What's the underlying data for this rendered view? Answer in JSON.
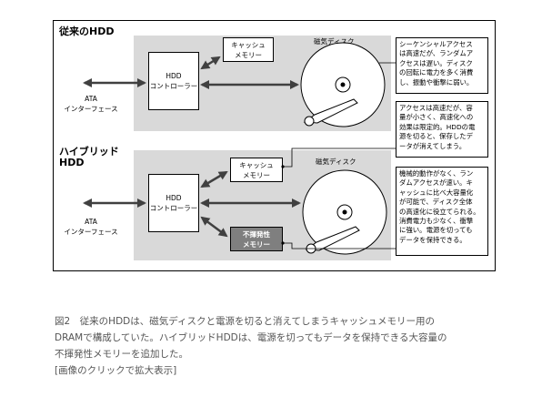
{
  "figure": {
    "top_section": {
      "title": "従来のHDD",
      "controller": [
        "HDD",
        "コントローラー"
      ],
      "cache": [
        "キャッシュ",
        "メモリー"
      ],
      "disk_label": "磁気ディスク",
      "ata": [
        "ATA",
        "インターフェース"
      ]
    },
    "bottom_section": {
      "title": [
        "ハイブリッド",
        "HDD"
      ],
      "controller": [
        "HDD",
        "コントローラー"
      ],
      "cache": [
        "キャッシュ",
        "メモリー"
      ],
      "nonvolatile": [
        "不揮発性",
        "メモリー"
      ],
      "disk_label": "磁気ディスク",
      "ata": [
        "ATA",
        "インターフェース"
      ]
    },
    "notes": {
      "disk_top": [
        "シーケンシャルアクセス",
        "は高速だが、ランダムア",
        "クセスは遅い。ディスク",
        "の回転に電力を多く消費",
        "し、振動や衝撃に弱い。"
      ],
      "cache": [
        "アクセスは高速だが、容",
        "量が小さく、高速化への",
        "効果は限定的。HDDの電",
        "源を切ると、保存したデ",
        "ータが消えてしまう。"
      ],
      "nonvolatile": [
        "機械的動作がなく、ラン",
        "ダムアクセスが速い。キ",
        "ャッシュに比べ大容量化",
        "が可能で、ディスク全体",
        "の高速化に役立てられる。",
        "消費電力も少なく、衝撃",
        "に強い。電源を切っても",
        "データを保持できる。"
      ]
    }
  },
  "caption": {
    "line1": "図2　従来のHDDは、磁気ディスクと電源を切ると消えてしまうキャッシュメモリー用の",
    "line2": "DRAMで構成していた。ハイブリッドHDDは、電源を切ってもデータを保持できる大容量の",
    "line3": "不揮発性メモリーを追加した。",
    "link": "[画像のクリックで拡大表示]"
  }
}
